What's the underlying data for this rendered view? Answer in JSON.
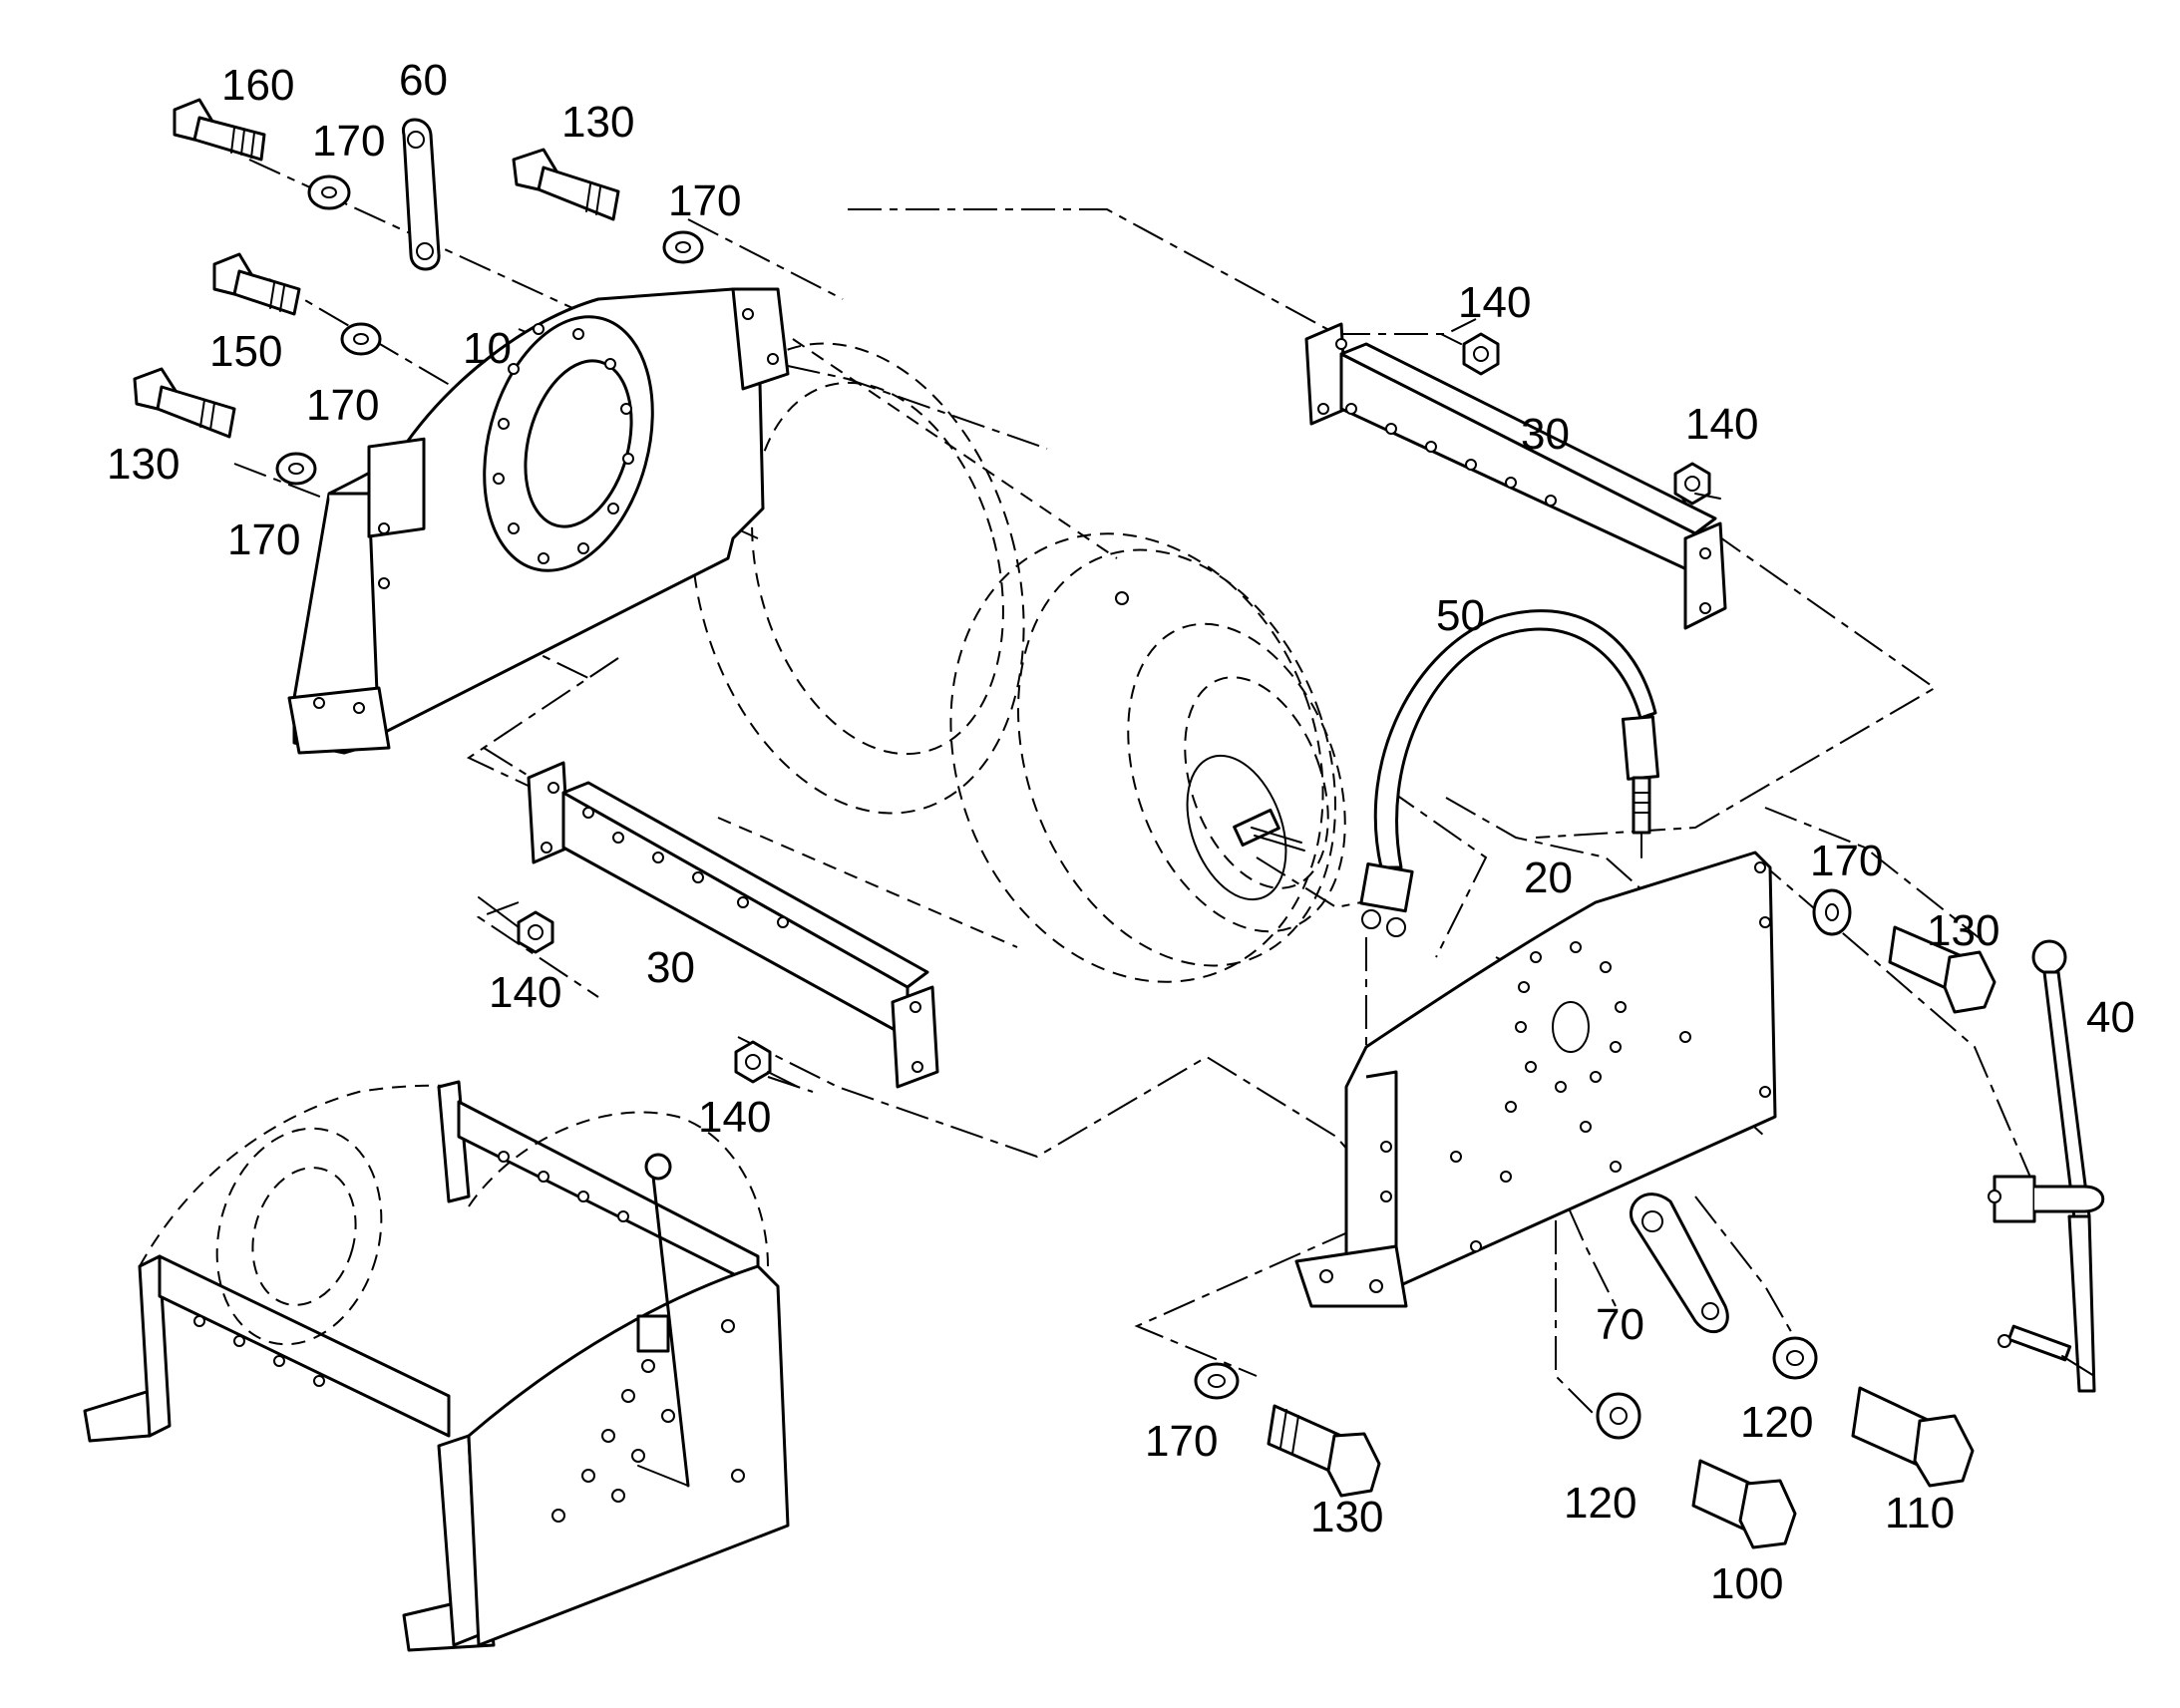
{
  "callouts": [
    {
      "id": "c160",
      "text": "160"
    },
    {
      "id": "c60",
      "text": "60"
    },
    {
      "id": "c130a",
      "text": "130"
    },
    {
      "id": "c170a",
      "text": "170"
    },
    {
      "id": "c170b",
      "text": "170"
    },
    {
      "id": "c150",
      "text": "150"
    },
    {
      "id": "c10",
      "text": "10"
    },
    {
      "id": "c170c",
      "text": "170"
    },
    {
      "id": "c130b",
      "text": "130"
    },
    {
      "id": "c170d",
      "text": "170"
    },
    {
      "id": "c140a",
      "text": "140"
    },
    {
      "id": "c30a",
      "text": "30"
    },
    {
      "id": "c140b",
      "text": "140"
    },
    {
      "id": "c50",
      "text": "50"
    },
    {
      "id": "c20",
      "text": "20"
    },
    {
      "id": "c170e",
      "text": "170"
    },
    {
      "id": "c130c",
      "text": "130"
    },
    {
      "id": "c40",
      "text": "40"
    },
    {
      "id": "c140c",
      "text": "140"
    },
    {
      "id": "c30b",
      "text": "30"
    },
    {
      "id": "c140d",
      "text": "140"
    },
    {
      "id": "c70",
      "text": "70"
    },
    {
      "id": "c170f",
      "text": "170"
    },
    {
      "id": "c120a",
      "text": "120"
    },
    {
      "id": "c120b",
      "text": "120"
    },
    {
      "id": "c130d",
      "text": "130"
    },
    {
      "id": "c110",
      "text": "110"
    },
    {
      "id": "c100",
      "text": "100"
    }
  ]
}
